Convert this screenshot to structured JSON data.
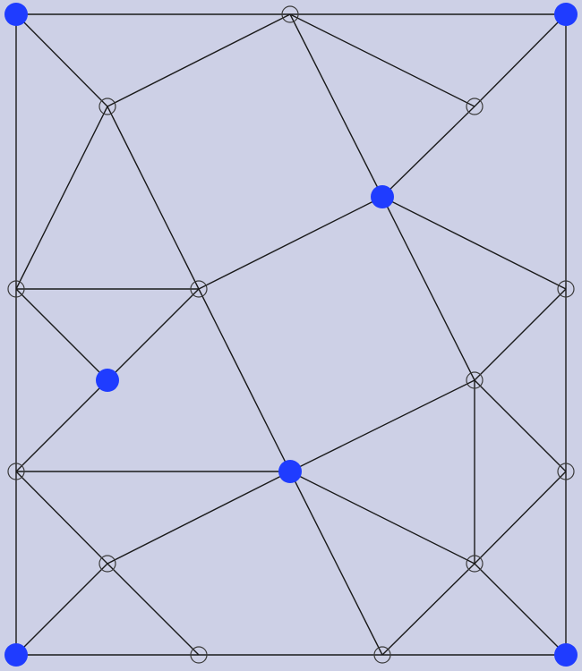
{
  "diagram": {
    "type": "triangulated-mesh-graph",
    "colors": {
      "background": "#cdd0e6",
      "edge": "#1a1a1a",
      "open_node_stroke": "#3a3a3a",
      "filled_node": "#1f3cff"
    },
    "nodes": [
      {
        "id": "n1",
        "style": "filled"
      },
      {
        "id": "n2",
        "style": "open"
      },
      {
        "id": "n3",
        "style": "filled"
      },
      {
        "id": "n4",
        "style": "open"
      },
      {
        "id": "n5",
        "style": "open"
      },
      {
        "id": "n6",
        "style": "filled"
      },
      {
        "id": "n7",
        "style": "open"
      },
      {
        "id": "n8",
        "style": "open"
      },
      {
        "id": "n9",
        "style": "open"
      },
      {
        "id": "n10",
        "style": "filled"
      },
      {
        "id": "n11",
        "style": "open"
      },
      {
        "id": "n12",
        "style": "open"
      },
      {
        "id": "n13",
        "style": "filled"
      },
      {
        "id": "n14",
        "style": "open"
      },
      {
        "id": "n15",
        "style": "open"
      },
      {
        "id": "n16",
        "style": "open"
      },
      {
        "id": "n17",
        "style": "filled"
      },
      {
        "id": "n18",
        "style": "open"
      },
      {
        "id": "n19",
        "style": "open"
      },
      {
        "id": "n20",
        "style": "filled"
      }
    ],
    "edges": [
      [
        "n1",
        "n2"
      ],
      [
        "n2",
        "n3"
      ],
      [
        "n1",
        "n8"
      ],
      [
        "n3",
        "n12"
      ],
      [
        "n8",
        "n11"
      ],
      [
        "n11",
        "n17"
      ],
      [
        "n12",
        "n16"
      ],
      [
        "n16",
        "n20"
      ],
      [
        "n17",
        "n19"
      ],
      [
        "n19",
        "n20"
      ],
      [
        "n1",
        "n4"
      ],
      [
        "n2",
        "n4"
      ],
      [
        "n2",
        "n6"
      ],
      [
        "n2",
        "n5"
      ],
      [
        "n3",
        "n5"
      ],
      [
        "n5",
        "n6"
      ],
      [
        "n4",
        "n8"
      ],
      [
        "n4",
        "n9"
      ],
      [
        "n8",
        "n9"
      ],
      [
        "n6",
        "n9"
      ],
      [
        "n6",
        "n12"
      ],
      [
        "n6",
        "n14"
      ],
      [
        "n9",
        "n10"
      ],
      [
        "n8",
        "n10"
      ],
      [
        "n9",
        "n13"
      ],
      [
        "n12",
        "n14"
      ],
      [
        "n10",
        "n11"
      ],
      [
        "n11",
        "n13"
      ],
      [
        "n13",
        "n14"
      ],
      [
        "n14",
        "n16"
      ],
      [
        "n14",
        "n15"
      ],
      [
        "n13",
        "n15"
      ],
      [
        "n15",
        "n16"
      ],
      [
        "n15",
        "n20"
      ],
      [
        "n15",
        "n19"
      ],
      [
        "n11",
        "n18"
      ],
      [
        "n17",
        "n18"
      ],
      [
        "n18",
        "n13"
      ],
      [
        "n18",
        "n19"
      ],
      [
        "n13",
        "n19"
      ]
    ]
  }
}
